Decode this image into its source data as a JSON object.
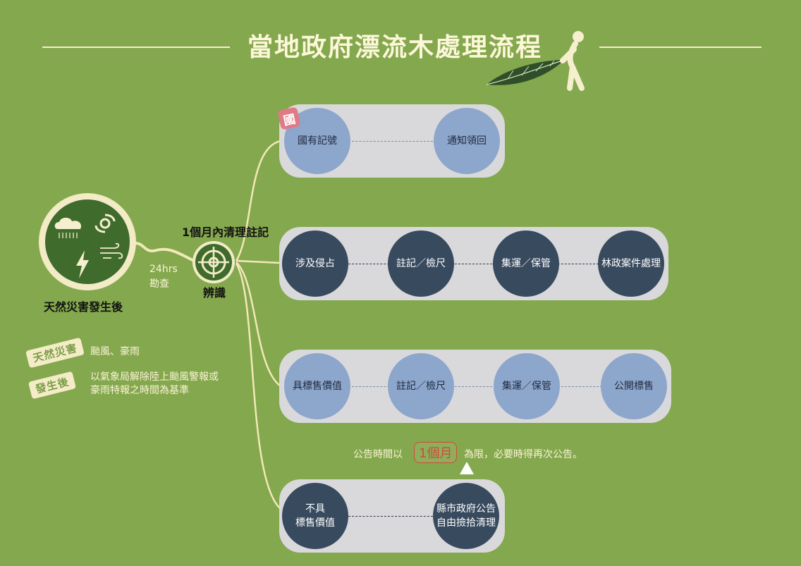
{
  "title": "當地政府漂流木處理流程",
  "start": {
    "label": "天然災害發生後",
    "survey_label_1": "24hrs",
    "survey_label_2": "勘查"
  },
  "identify": {
    "top_label": "1個月內清理註記",
    "bottom_label": "辨識"
  },
  "stamp": "國",
  "rows": [
    {
      "nodes": [
        "國有記號",
        "通知領回"
      ]
    },
    {
      "nodes": [
        "涉及侵占",
        "註記／檢尺",
        "集運／保管",
        "林政案件處理"
      ]
    },
    {
      "nodes": [
        "具標售價值",
        "註記／檢尺",
        "集運／保管",
        "公開標售"
      ]
    },
    {
      "nodes": [
        "不具\n標售價值",
        "縣市政府公告\n自由撿拾清理"
      ]
    }
  ],
  "notice": {
    "prefix": "公告時間以",
    "highlight": "1個月",
    "suffix": "為限，必要時得再次公告。"
  },
  "legend": {
    "tag_1": "天然災害",
    "tag_2": "發生後",
    "note_1": "颱風、豪雨",
    "note_2": "以氣象局解除陸上颱風警報或",
    "note_3": "豪雨特報之時間為基準"
  },
  "icons": [
    "rain-cloud-icon",
    "typhoon-icon",
    "lightning-icon",
    "wind-icon",
    "target-icon",
    "person-icon",
    "leaf-icon"
  ]
}
